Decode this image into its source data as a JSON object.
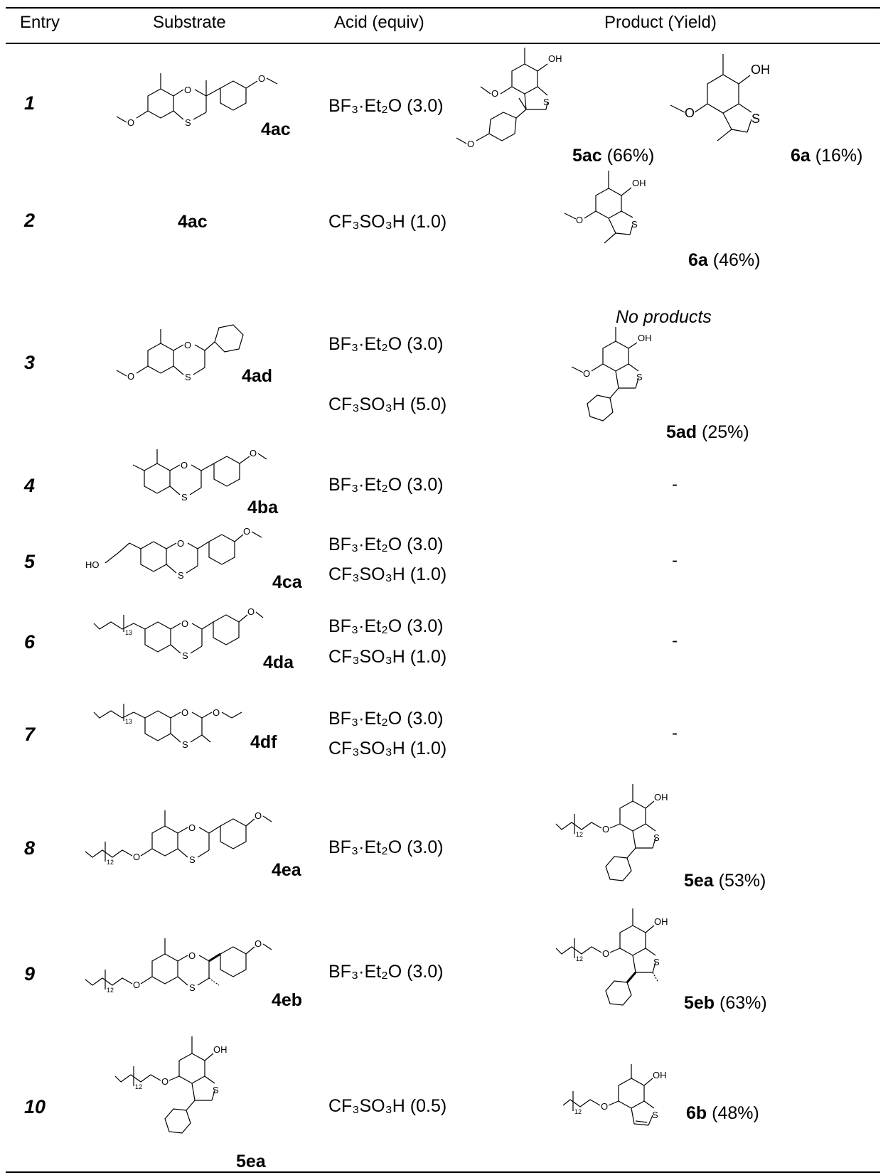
{
  "headers": {
    "entry": "Entry",
    "substrate": "Substrate",
    "acid": "Acid (equiv)",
    "product": "Product (Yield)"
  },
  "rows": [
    {
      "entry": "1",
      "substrate_label": "4ac",
      "acids": [
        "BF₃·Et₂O (3.0)"
      ],
      "products": [
        {
          "label": "5ac",
          "yield": "(66%)"
        },
        {
          "label": "6a",
          "yield": "(16%)"
        }
      ]
    },
    {
      "entry": "2",
      "substrate_label": "4ac",
      "acids": [
        "CF₃SO₃H (1.0)"
      ],
      "products": [
        {
          "label": "6a",
          "yield": "(46%)"
        }
      ]
    },
    {
      "entry": "3",
      "substrate_label": "4ad",
      "acids": [
        "BF₃·Et₂O (3.0)",
        "CF₃SO₃H (5.0)"
      ],
      "no_products": "No products",
      "products": [
        {
          "label": "5ad",
          "yield": "(25%)"
        }
      ]
    },
    {
      "entry": "4",
      "substrate_label": "4ba",
      "acids": [
        "BF₃·Et₂O (3.0)"
      ],
      "product_text": "-"
    },
    {
      "entry": "5",
      "substrate_label": "4ca",
      "acids": [
        "BF₃·Et₂O (3.0)",
        "CF₃SO₃H (1.0)"
      ],
      "product_text": "-"
    },
    {
      "entry": "6",
      "substrate_label": "4da",
      "acids": [
        "BF₃·Et₂O (3.0)",
        "CF₃SO₃H (1.0)"
      ],
      "product_text": "-"
    },
    {
      "entry": "7",
      "substrate_label": "4df",
      "acids": [
        "BF₃·Et₂O (3.0)",
        "CF₃SO₃H (1.0)"
      ],
      "product_text": "-"
    },
    {
      "entry": "8",
      "substrate_label": "4ea",
      "acids": [
        "BF₃·Et₂O (3.0)"
      ],
      "products": [
        {
          "label": "5ea",
          "yield": "(53%)"
        }
      ]
    },
    {
      "entry": "9",
      "substrate_label": "4eb",
      "acids": [
        "BF₃·Et₂O (3.0)"
      ],
      "products": [
        {
          "label": "5eb",
          "yield": "(63%)"
        }
      ]
    },
    {
      "entry": "10",
      "substrate_label": "5ea",
      "acids": [
        "CF₃SO₃H (0.5)"
      ],
      "products": [
        {
          "label": "6b",
          "yield": "(48%)"
        }
      ]
    }
  ],
  "atoms": {
    "O": "O",
    "S": "S",
    "OH": "OH",
    "HO": "HO",
    "n12": "12",
    "n13": "13"
  }
}
